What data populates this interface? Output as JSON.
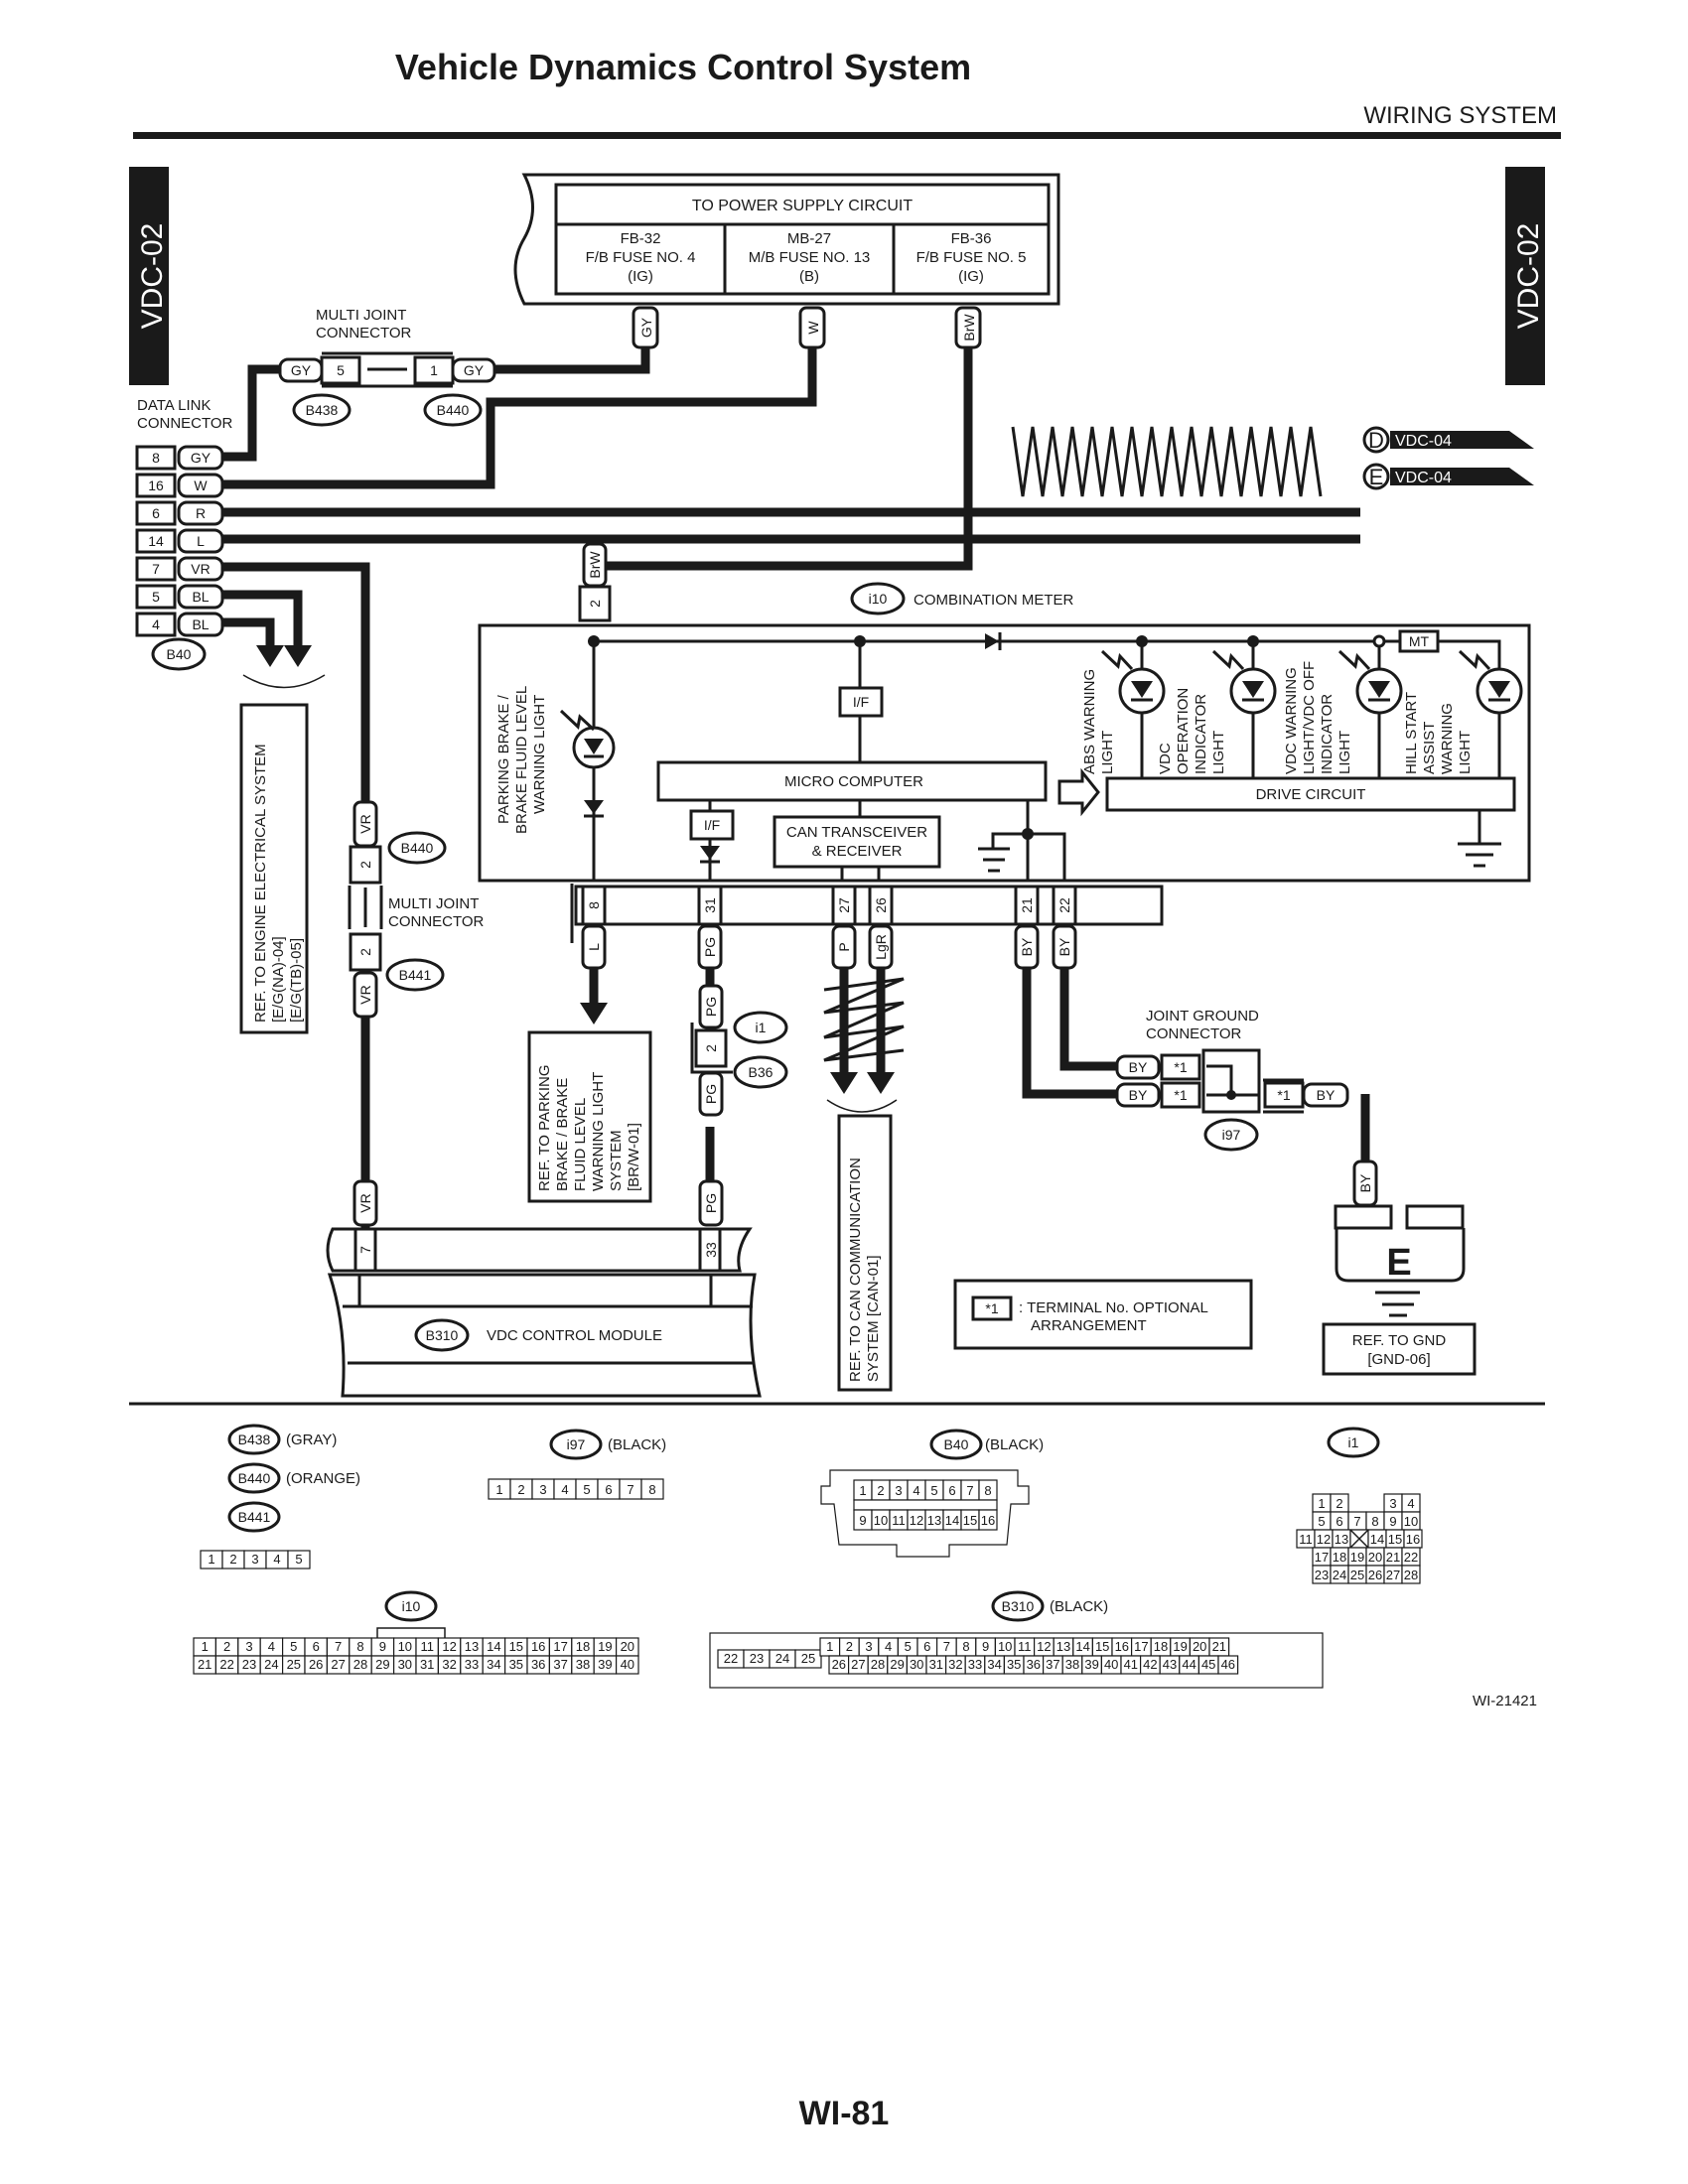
{
  "header": {
    "title": "Vehicle Dynamics Control System",
    "section": "WIRING SYSTEM",
    "side_tab_left": "VDC-02",
    "side_tab_right": "VDC-02"
  },
  "power_supply": {
    "title": "TO POWER SUPPLY CIRCUIT",
    "fuses": [
      {
        "line1": "FB-32",
        "line2": "F/B FUSE NO. 4",
        "line3": "(IG)",
        "wire": "GY"
      },
      {
        "line1": "MB-27",
        "line2": "M/B FUSE NO. 13",
        "line3": "(B)",
        "wire": "W"
      },
      {
        "line1": "FB-36",
        "line2": "F/B FUSE NO. 5",
        "line3": "(IG)",
        "wire": "BrW"
      }
    ]
  },
  "multi_joint_top": {
    "label1": "MULTI JOINT",
    "label2": "CONNECTOR",
    "left_wire": "GY",
    "left_pin": "5",
    "left_conn": "B438",
    "right_pin": "1",
    "right_wire": "GY",
    "right_conn": "B440"
  },
  "data_link": {
    "label1": "DATA LINK",
    "label2": "CONNECTOR",
    "connector": "B40",
    "pins": [
      {
        "pin": "8",
        "wire": "GY"
      },
      {
        "pin": "16",
        "wire": "W"
      },
      {
        "pin": "6",
        "wire": "R"
      },
      {
        "pin": "14",
        "wire": "L"
      },
      {
        "pin": "7",
        "wire": "VR"
      },
      {
        "pin": "5",
        "wire": "BL"
      },
      {
        "pin": "4",
        "wire": "BL"
      }
    ]
  },
  "offpage": [
    {
      "letter": "D",
      "ref": "VDC-04"
    },
    {
      "letter": "E",
      "ref": "VDC-04"
    }
  ],
  "ref_engine": {
    "line1": "REF. TO ENGINE ELECTRICAL SYSTEM",
    "line2": "[E/G(NA)-04]",
    "line3": "[E/G(TB)-05]"
  },
  "multi_joint_mid": {
    "label1": "MULTI JOINT",
    "label2": "CONNECTOR",
    "top_wire": "VR",
    "top_pin": "2",
    "top_conn": "B440",
    "bot_pin": "2",
    "bot_wire": "VR",
    "bot_conn": "B441",
    "module_wire": "VR"
  },
  "combination_meter": {
    "connector": "i10",
    "label": "COMBINATION METER",
    "input_wire": "BrW",
    "input_pin": "2",
    "parking_light": [
      "PARKING BRAKE /",
      "BRAKE FLUID LEVEL",
      "WARNING LIGHT"
    ],
    "if_top": "I/F",
    "if_bottom": "I/F",
    "micro_computer": "MICRO COMPUTER",
    "can_line1": "CAN TRANSCEIVER",
    "can_line2": "& RECEIVER",
    "drive_circuit": "DRIVE CIRCUIT",
    "mt_label": "MT",
    "lights": [
      {
        "lines": [
          "ABS WARNING",
          "LIGHT"
        ]
      },
      {
        "lines": [
          "VDC",
          "OPERATION",
          "INDICATOR",
          "LIGHT"
        ]
      },
      {
        "lines": [
          "VDC WARNING",
          "LIGHT/VDC OFF",
          "INDICATOR",
          "LIGHT"
        ]
      },
      {
        "lines": [
          "HILL START",
          "ASSIST",
          "WARNING",
          "LIGHT"
        ]
      }
    ],
    "terminals": [
      {
        "pin": "8",
        "wire": "L"
      },
      {
        "pin": "31",
        "wire": "PG"
      },
      {
        "pin": "27",
        "wire": "P"
      },
      {
        "pin": "26",
        "wire": "LgR"
      },
      {
        "pin": "21",
        "wire": "BY"
      },
      {
        "pin": "22",
        "wire": "BY"
      }
    ]
  },
  "ref_parking": [
    "REF. TO PARKING",
    "BRAKE / BRAKE",
    "FLUID LEVEL",
    "WARNING LIGHT",
    "SYSTEM",
    "[BR/W-01]"
  ],
  "pg_path": {
    "wire_a": "PG",
    "wire_b": "PG",
    "pin": "2",
    "conn_top": "i1",
    "conn_bot": "B36",
    "wire_c": "PG",
    "wire_d": "PG"
  },
  "ref_can": [
    "REF. TO CAN COMMUNICATION",
    "SYSTEM [CAN-01]"
  ],
  "joint_ground": {
    "label1": "JOINT GROUND",
    "label2": "CONNECTOR",
    "connector": "i97",
    "in_wires": [
      "BY",
      "BY"
    ],
    "in_pins": [
      "*1",
      "*1"
    ],
    "out_pin": "*1",
    "out_wire": "BY",
    "ground_wire": "BY",
    "ground_letter": "E"
  },
  "ref_gnd": [
    "REF. TO GND",
    "[GND-06]"
  ],
  "legend": {
    "symbol": "*1",
    "line1": ": TERMINAL No. OPTIONAL",
    "line2": "ARRANGEMENT"
  },
  "vdc_module": {
    "connector": "B310",
    "label": "VDC CONTROL MODULE",
    "pins": [
      "7",
      "33"
    ]
  },
  "connector_views": {
    "b438": {
      "id": "B438",
      "color": "(GRAY)"
    },
    "b440": {
      "id": "B440",
      "color": "(ORANGE)"
    },
    "b441": {
      "id": "B441",
      "color": ""
    },
    "b44x_pins": [
      "1",
      "2",
      "3",
      "4",
      "5"
    ],
    "i97": {
      "id": "i97",
      "color": "(BLACK)",
      "pins": [
        "1",
        "2",
        "3",
        "4",
        "5",
        "6",
        "7",
        "8"
      ]
    },
    "b40": {
      "id": "B40",
      "color": "(BLACK)",
      "row1": [
        "1",
        "2",
        "3",
        "4",
        "5",
        "6",
        "7",
        "8"
      ],
      "row2": [
        "9",
        "10",
        "11",
        "12",
        "13",
        "14",
        "15",
        "16"
      ]
    },
    "i1": {
      "id": "i1",
      "color": "",
      "rows": [
        [
          "1",
          "2",
          "",
          "",
          "3",
          "4"
        ],
        [
          "5",
          "6",
          "7",
          "8",
          "9",
          "10"
        ],
        [
          "11",
          "12",
          "13",
          "X",
          "14",
          "15",
          "16"
        ],
        [
          "17",
          "18",
          "19",
          "20",
          "21",
          "22"
        ],
        [
          "23",
          "24",
          "25",
          "26",
          "27",
          "28"
        ]
      ]
    },
    "i10": {
      "id": "i10",
      "color": "",
      "row1": [
        "1",
        "2",
        "3",
        "4",
        "5",
        "6",
        "7",
        "8",
        "9",
        "10",
        "11",
        "12",
        "13",
        "14",
        "15",
        "16",
        "17",
        "18",
        "19",
        "20"
      ],
      "row2": [
        "21",
        "22",
        "23",
        "24",
        "25",
        "26",
        "27",
        "28",
        "29",
        "30",
        "31",
        "32",
        "33",
        "34",
        "35",
        "36",
        "37",
        "38",
        "39",
        "40"
      ]
    },
    "b310": {
      "id": "B310",
      "color": "(BLACK)",
      "side": [
        "22",
        "23",
        "24",
        "25"
      ],
      "row1": [
        "1",
        "2",
        "3",
        "4",
        "5",
        "6",
        "7",
        "8",
        "9",
        "10",
        "11",
        "12",
        "13",
        "14",
        "15",
        "16",
        "17",
        "18",
        "19",
        "20",
        "21"
      ],
      "row2": [
        "26",
        "27",
        "28",
        "29",
        "30",
        "31",
        "32",
        "33",
        "34",
        "35",
        "36",
        "37",
        "38",
        "39",
        "40",
        "41",
        "42",
        "43",
        "44",
        "45",
        "46"
      ]
    }
  },
  "figure_id": "WI-21421",
  "page_number": "WI-81"
}
